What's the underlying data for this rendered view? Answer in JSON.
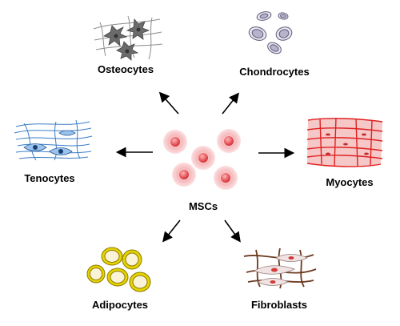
{
  "center": {
    "label": "MSCs"
  },
  "cell_types": [
    {
      "id": "osteocytes",
      "label": "Osteocytes",
      "icon": "osteocyte-icon"
    },
    {
      "id": "chondrocytes",
      "label": "Chondrocytes",
      "icon": "chondrocyte-icon"
    },
    {
      "id": "tenocytes",
      "label": "Tenocytes",
      "icon": "tenocyte-icon"
    },
    {
      "id": "myocytes",
      "label": "Myocytes",
      "icon": "myocyte-icon"
    },
    {
      "id": "adipocytes",
      "label": "Adipocytes",
      "icon": "adipocyte-icon"
    },
    {
      "id": "fibroblasts",
      "label": "Fibroblasts",
      "icon": "fibroblast-icon"
    }
  ],
  "colors": {
    "msc": "#e8454a",
    "msc_glow": "#f7c9cb",
    "osteocyte": "#6f6f6f",
    "chondrocyte": "#8a86a8",
    "tenocyte": "#3a7cc7",
    "myocyte": "#e02020",
    "adipocyte": "#d8c400",
    "fibroblast": "#6b3a1e",
    "arrow": "#000000"
  }
}
